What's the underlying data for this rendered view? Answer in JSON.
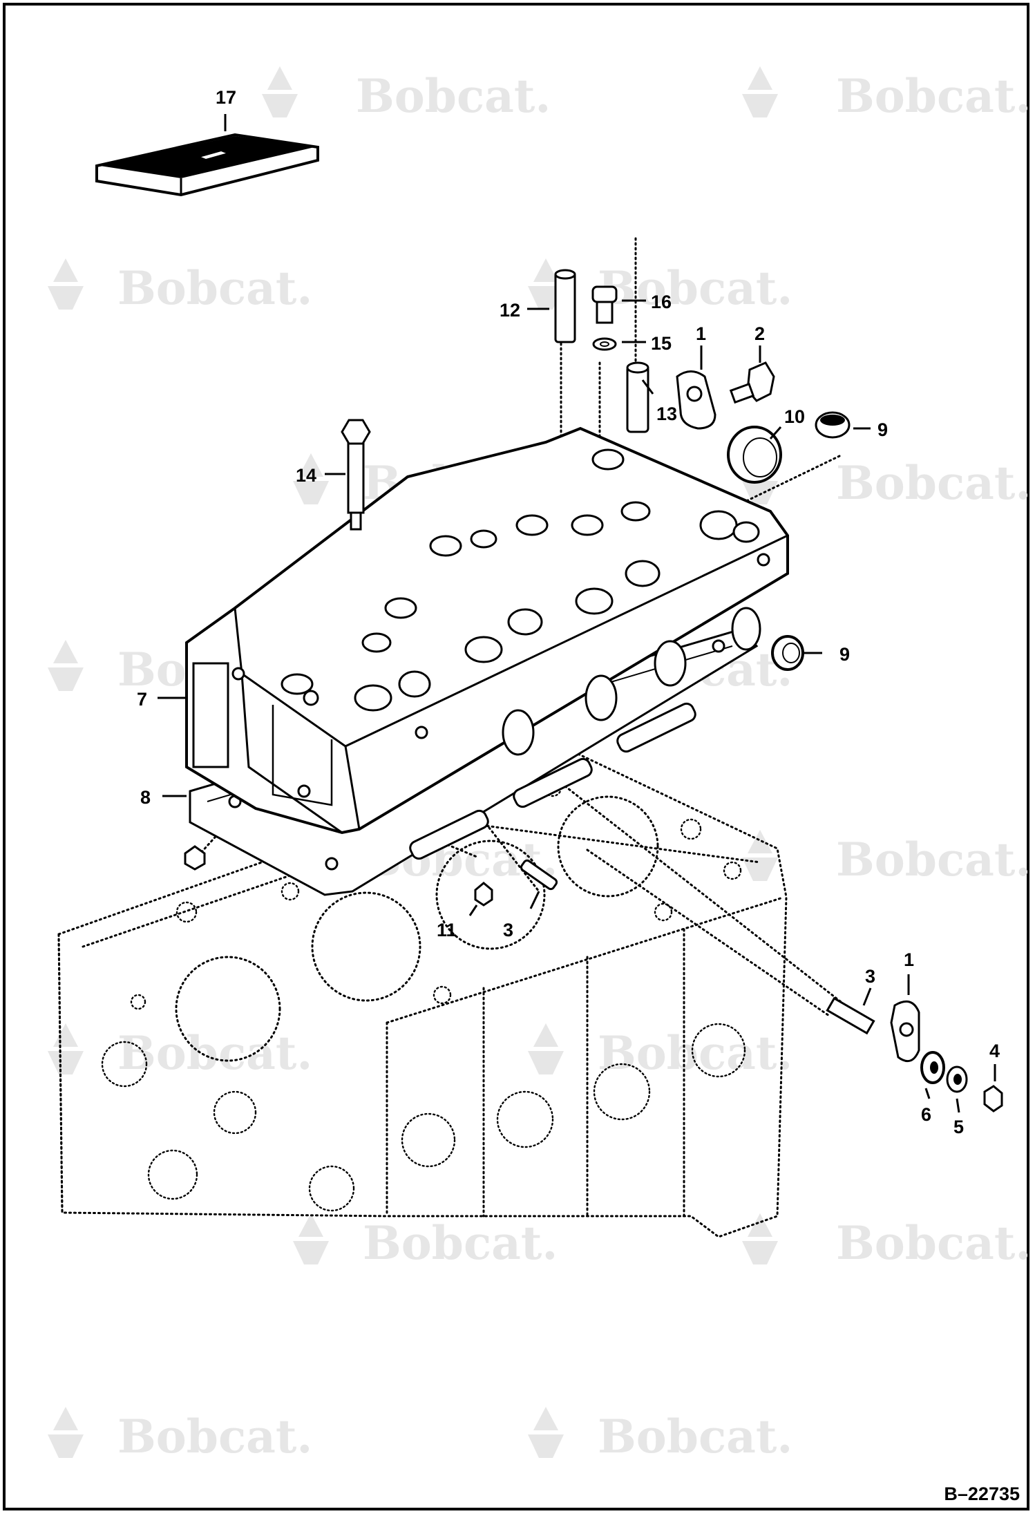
{
  "diagram": {
    "watermark_text": "Bobcat.",
    "reference_code": "B–22735",
    "callouts": [
      {
        "id": "c17",
        "label": "17"
      },
      {
        "id": "c12",
        "label": "12"
      },
      {
        "id": "c16",
        "label": "16"
      },
      {
        "id": "c15",
        "label": "15"
      },
      {
        "id": "c1a",
        "label": "1"
      },
      {
        "id": "c2",
        "label": "2"
      },
      {
        "id": "c13",
        "label": "13"
      },
      {
        "id": "c10",
        "label": "10"
      },
      {
        "id": "c9a",
        "label": "9"
      },
      {
        "id": "c14",
        "label": "14"
      },
      {
        "id": "c9b",
        "label": "9"
      },
      {
        "id": "c7",
        "label": "7"
      },
      {
        "id": "c8",
        "label": "8"
      },
      {
        "id": "c11",
        "label": "11"
      },
      {
        "id": "c3a",
        "label": "3"
      },
      {
        "id": "c1b",
        "label": "1"
      },
      {
        "id": "c3b",
        "label": "3"
      },
      {
        "id": "c4",
        "label": "4"
      },
      {
        "id": "c6",
        "label": "6"
      },
      {
        "id": "c5",
        "label": "5"
      }
    ]
  }
}
